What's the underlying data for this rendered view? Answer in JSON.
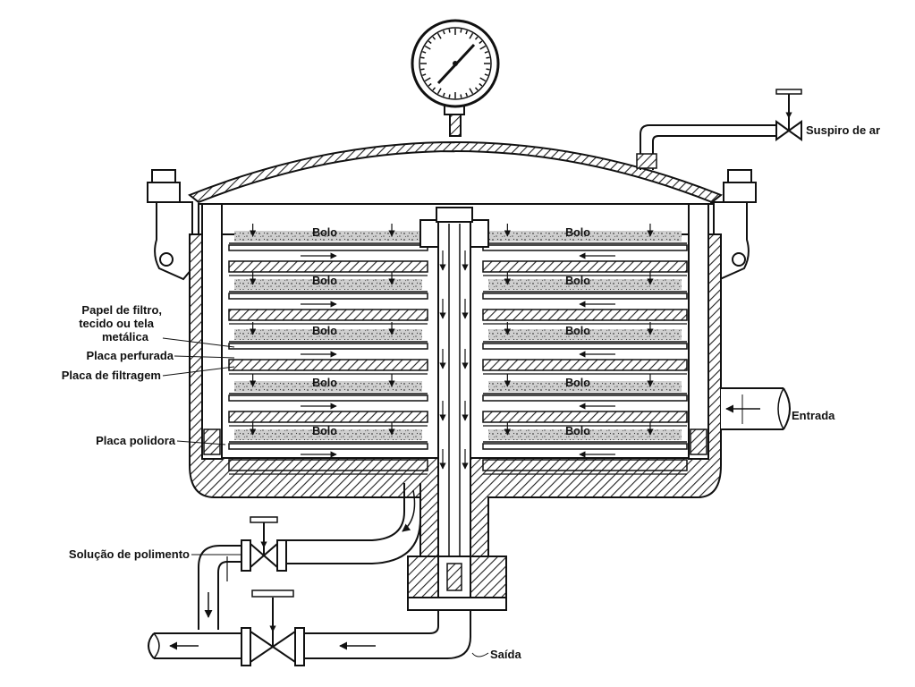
{
  "labels": {
    "air_vent": "Suspiro de ar",
    "filter_paper_1": "Papel de filtro,",
    "filter_paper_2": "tecido ou tela",
    "filter_paper_3": "metálica",
    "perforated_plate": "Placa perfurada",
    "filtration_plate": "Placa de filtragem",
    "polishing_plate": "Placa polidora",
    "polishing_solution": "Solução de polimento",
    "inlet": "Entrada",
    "outlet": "Saída"
  },
  "cake_label": "Bolo",
  "colors": {
    "ink": "#111111",
    "cake": "#777777",
    "background": "#ffffff"
  }
}
